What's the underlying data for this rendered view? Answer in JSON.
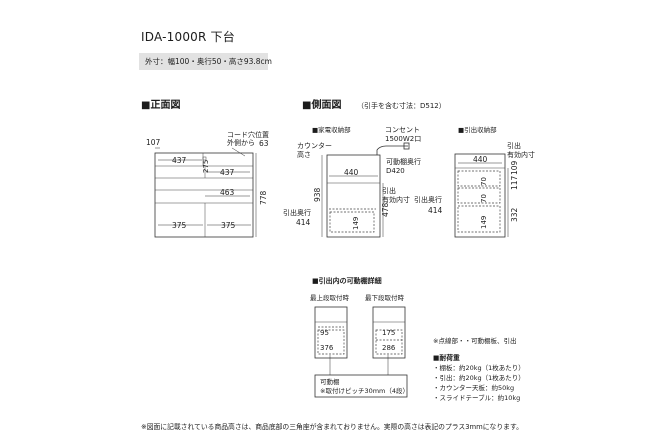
{
  "title": "IDA-1000R 下台",
  "spec": "外寸：幅100・奥行50・高さ93.8cm",
  "sections": {
    "front": {
      "heading": "■正面図"
    },
    "side": {
      "heading": "■側面図",
      "note": "（引手を含む寸法：D512）"
    },
    "detail": {
      "heading": "■引出内の可動棚詳細"
    }
  },
  "front_view": {
    "cord_note_line1": "コード穴位置",
    "cord_note_line2": "外側から",
    "cord_offset": "63",
    "left_margin": "107",
    "widths": [
      "437",
      "437",
      "463",
      "375",
      "375"
    ],
    "inner_depth": "275",
    "height": "778"
  },
  "appliance_view": {
    "label": "■家電収納部",
    "outlet_line1": "コンセント",
    "outlet_line2": "1500W2口",
    "counter_line1": "カウンター",
    "counter_line2": "高さ",
    "shelf_depth_line1": "可動棚奥行",
    "shelf_depth_line2": "D420",
    "width": "440",
    "height": "938",
    "inner_height": "478",
    "drawer_height": "149",
    "drawer_inner_line1": "引出",
    "drawer_inner_line2": "有効内寸",
    "drawer_depth_line1": "引出奥行",
    "drawer_depth_line2": "414"
  },
  "drawer_view": {
    "label": "■引出収納部",
    "inner_line1": "引出",
    "inner_line2": "有効内寸",
    "width": "440",
    "heights": [
      "70",
      "70",
      "149"
    ],
    "outer": [
      "117",
      "109",
      "332"
    ],
    "drawer_depth_line1": "引出奥行",
    "drawer_depth_line2": "414"
  },
  "detail_view": {
    "top_label": "最上段取付時",
    "bottom_label": "最下段取付時",
    "top_dims": [
      "95",
      "376"
    ],
    "bottom_dims": [
      "175",
      "286"
    ],
    "shelf_line1": "可動棚",
    "shelf_line2": "※取付けピッチ30mm（4段）"
  },
  "notes": {
    "dotted": "※点線部・・可動棚板、引出",
    "load_title": "■耐荷重",
    "loads": [
      "・棚板：約20kg（1枚あたり）",
      "・引出：約20kg（1枚あたり）",
      "・カウンター天板：約50kg",
      "・スライドテーブル：約10kg"
    ]
  },
  "footnote": "※図面に記載されている商品高さは、商品底部の三角座が含まれておりません。実際の高さは表記のプラス3mmになります。"
}
